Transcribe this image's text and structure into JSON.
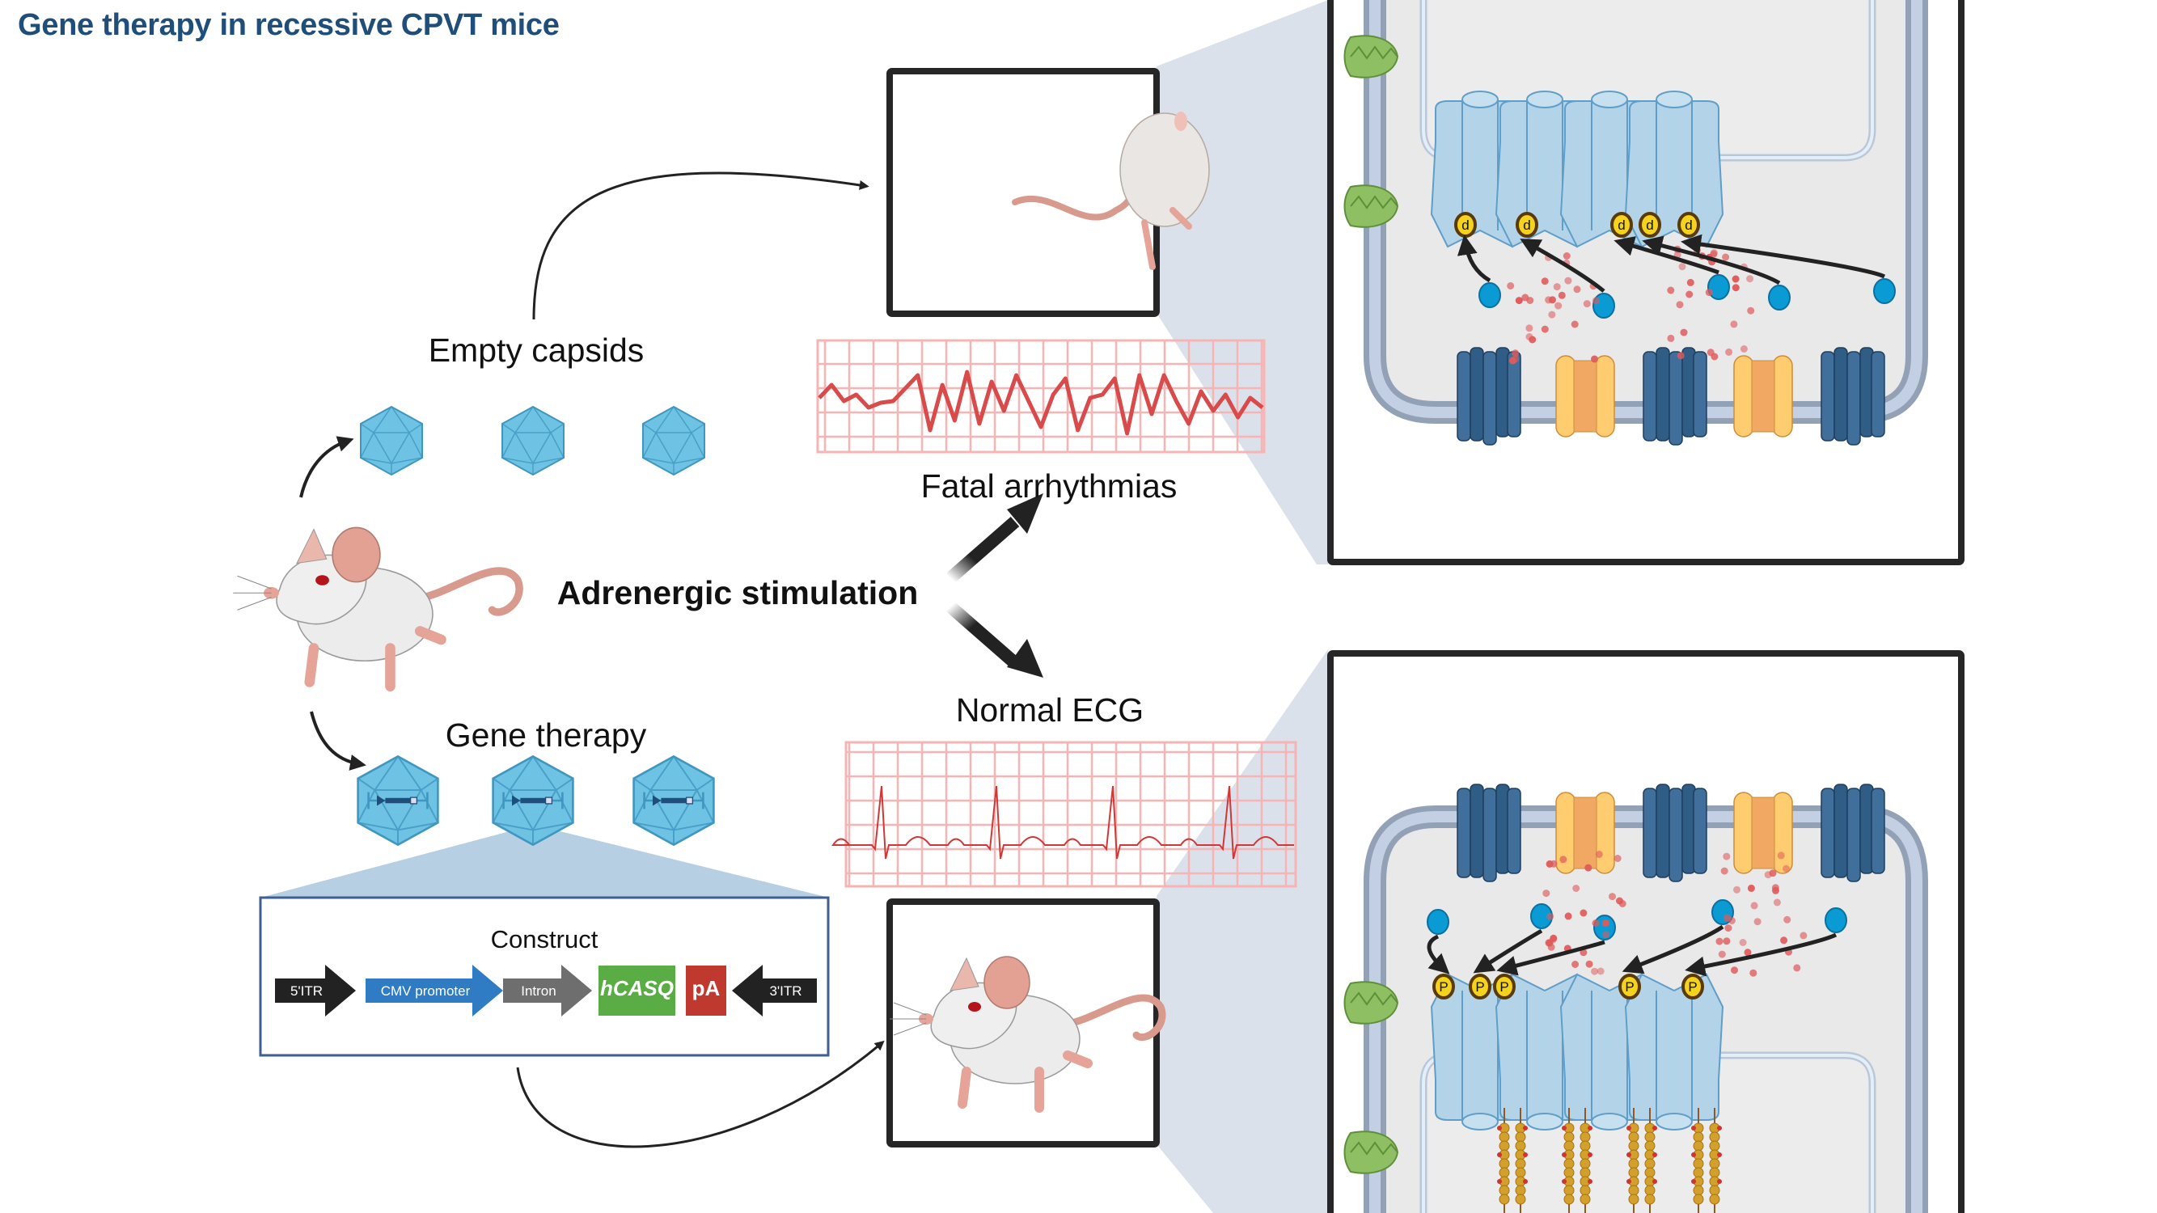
{
  "title": "Gene therapy in recessive CPVT mice",
  "labels": {
    "empty_capsids": "Empty capsids",
    "gene_therapy": "Gene therapy",
    "adrenergic_stimulation": "Adrenergic stimulation",
    "fatal_arrhythmias": "Fatal arrhythmias",
    "normal_ecg": "Normal ECG"
  },
  "construct": {
    "title": "Construct",
    "elements": [
      {
        "label": "5'ITR",
        "color": "#222222",
        "shape": "arrow-right"
      },
      {
        "label": "CMV promoter",
        "color": "#2f7cc4",
        "shape": "arrow-right"
      },
      {
        "label": "Intron",
        "color": "#6e6e6e",
        "shape": "arrow-right"
      },
      {
        "label": "hCASQ",
        "color": "#5aac44",
        "shape": "box"
      },
      {
        "label": "pA",
        "color": "#c0392f",
        "shape": "box"
      },
      {
        "label": "3'ITR",
        "color": "#222222",
        "shape": "arrow-left"
      }
    ]
  },
  "panels": {
    "top": {
      "badge_label": "d",
      "state": "unphosphorylated"
    },
    "bottom": {
      "badge_label": "P",
      "state": "phosphorylated"
    }
  },
  "colors": {
    "title": "#1f4e7a",
    "capsid": "#6ec3e4",
    "ecg_grid": "#f7b4b4",
    "ecg_trace": "#d94a4a",
    "zoom_wedge": "#dbe1ea",
    "membrane": "#c3d0e4",
    "channel_blue": "#3f6f9a",
    "channel_orange": "#f2a65f",
    "ryr": "#b3d4e8",
    "phospho": "#f5d21b",
    "calcium": "#e05a5a",
    "camp": "#0a9bd4"
  }
}
